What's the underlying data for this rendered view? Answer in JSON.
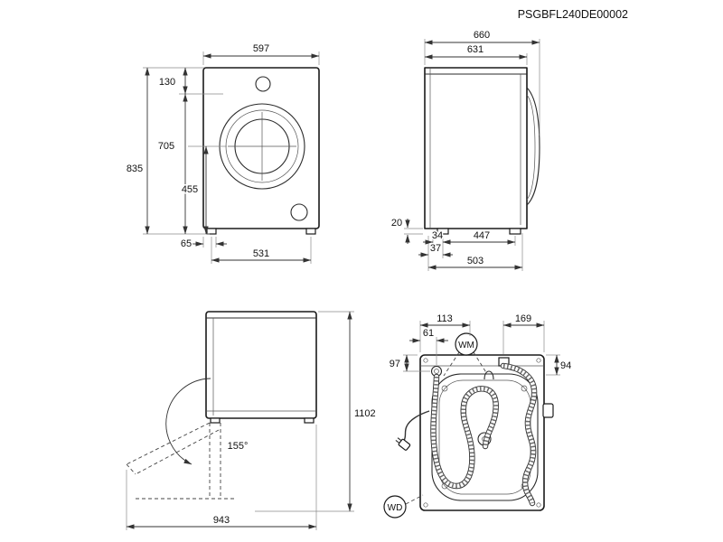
{
  "header": {
    "code": "PSGBFL240DE00002"
  },
  "front_view": {
    "overall_width": "597",
    "top_offset": "130",
    "lower_height": "705",
    "overall_height": "835",
    "door_center_height": "455",
    "foot_side_offset": "65",
    "feet_spacing": "531"
  },
  "side_view": {
    "overall_depth": "660",
    "body_depth": "631",
    "foot_height": "20",
    "rear_foot_offset": "34",
    "rear_base_offset": "37",
    "feet_spacing": "447",
    "base_depth": "503"
  },
  "open_door_view": {
    "opening_angle": "155°",
    "overall_height": "1102",
    "overall_depth": "943"
  },
  "rear_view": {
    "left_to_hose_hook": "113",
    "left_to_drain_outlet": "61",
    "inlet_to_right": "169",
    "top_to_drain_outlet": "97",
    "top_to_inlet": "94",
    "water_mains_label": "WM",
    "waste_drain_label": "WD"
  }
}
